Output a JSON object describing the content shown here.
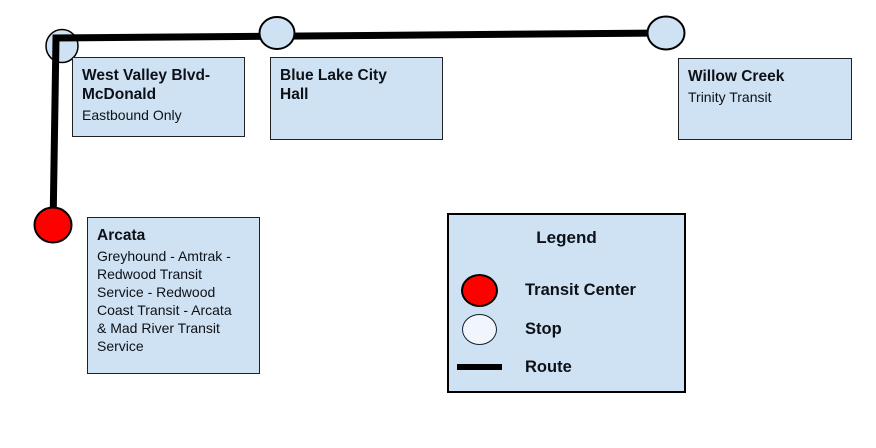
{
  "colors": {
    "background": "#ffffff",
    "box_fill": "#cfe2f3",
    "box_border": "#202124",
    "route": "#000000",
    "stop_fill": "#cfe2f3",
    "stop_border": "#000000",
    "transit_center_fill": "#ff0000",
    "legend_stop_fill": "#f0f6fc",
    "text": "#0d1117"
  },
  "stops": {
    "west_valley": {
      "title": "West Valley Blvd-\nMcDonald",
      "subtitle": "Eastbound Only"
    },
    "blue_lake": {
      "title": "Blue Lake City\nHall"
    },
    "willow_creek": {
      "title": "Willow Creek",
      "subtitle": "Trinity Transit"
    },
    "arcata": {
      "title": "Arcata",
      "subtitle": "Greyhound - Amtrak -\nRedwood Transit\nService - Redwood\nCoast Transit - Arcata\n& Mad River Transit\nService"
    }
  },
  "legend": {
    "title": "Legend",
    "items": [
      {
        "label": "Transit Center"
      },
      {
        "label": "Stop"
      },
      {
        "label": "Route"
      }
    ]
  }
}
